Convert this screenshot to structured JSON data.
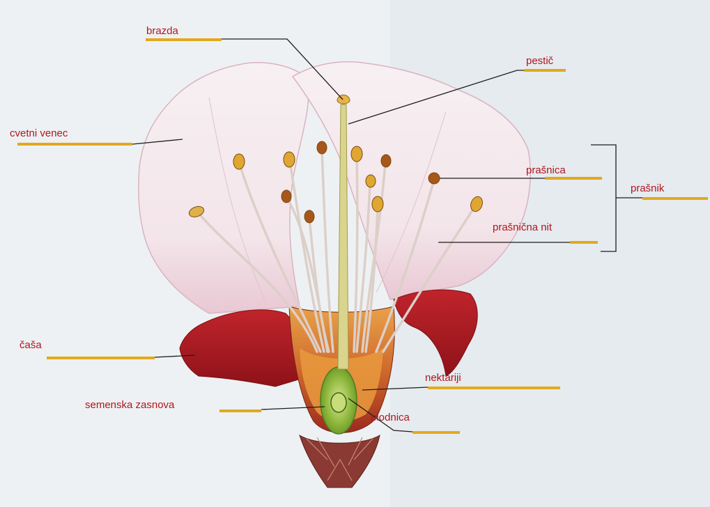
{
  "diagram": {
    "subject": "flower cross-section",
    "label_color": "#b0161e",
    "underline_color": "#e2a91c",
    "leader_color": "#1c1c1c",
    "labels": {
      "brazda": "brazda",
      "pestic": "pestič",
      "cvetni_venec": "cvetni venec",
      "prasnica": "prašnica",
      "prasnik": "prašnik",
      "prasnicna_nit": "prašnična nit",
      "casa": "čaša",
      "nektariji": "nektariji",
      "semenska_zasnova": "semenska zasnova",
      "plodnica": "plodnica"
    }
  }
}
